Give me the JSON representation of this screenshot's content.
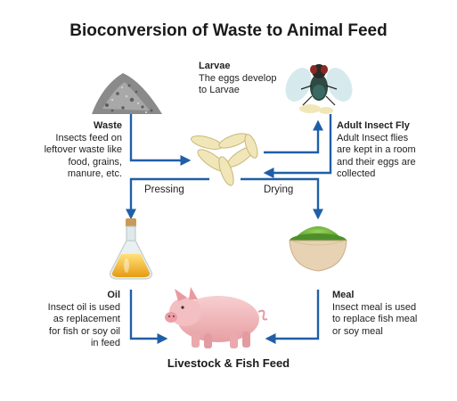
{
  "title": "Bioconversion of Waste to Animal Feed",
  "nodes": {
    "waste": {
      "heading": "Waste",
      "text": [
        "Insects feed on",
        "leftover waste like",
        "food, grains,",
        "manure, etc."
      ]
    },
    "larvae": {
      "heading": "Larvae",
      "text": [
        "The eggs develop",
        "to Larvae"
      ]
    },
    "adult_fly": {
      "heading": "Adult Insect Fly",
      "text": [
        "Adult Insect flies",
        "are kept in a room",
        "and their eggs are",
        "collected"
      ]
    },
    "oil": {
      "heading": "Oil",
      "text": [
        "Insect oil is used",
        "as replacement",
        "for fish or soy oil",
        "in feed"
      ]
    },
    "meal": {
      "heading": "Meal",
      "text": [
        "Insect meal is used",
        "to replace fish meal",
        "or soy meal"
      ]
    },
    "livestock": {
      "heading": "Livestock & Fish Feed"
    }
  },
  "steps": {
    "pressing": "Pressing",
    "drying": "Drying"
  },
  "colors": {
    "arrow": "#1f5fa8",
    "meal": "#6fb53a",
    "oil": "#f0b82a",
    "pig": "#f2b7b8",
    "larva": "#f1e6b8"
  }
}
